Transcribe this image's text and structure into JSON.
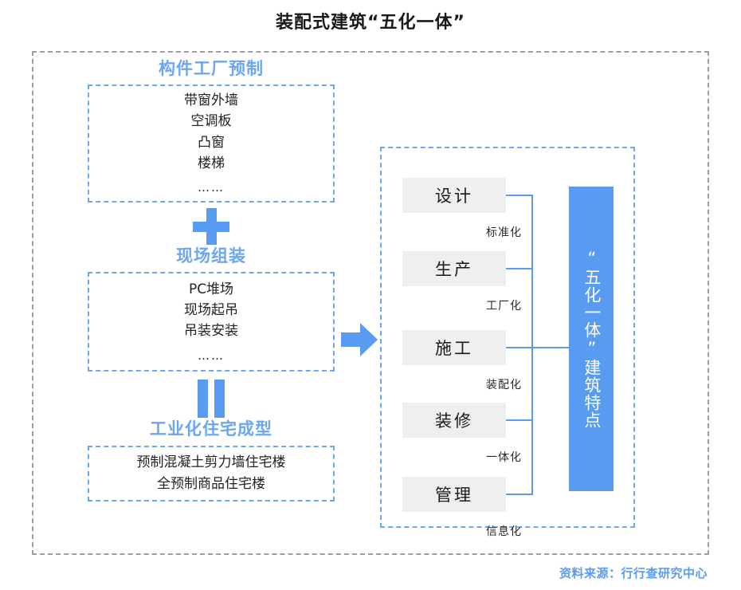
{
  "title": "装配式建筑“五化一体”",
  "left_column": {
    "groups": [
      {
        "heading": "构件工厂预制",
        "items": [
          "带窗外墙",
          "空调板",
          "凸窗",
          "楼梯",
          "……"
        ]
      },
      {
        "heading": "现场组装",
        "items": [
          "PC堆场",
          "现场起吊",
          "吊装安装",
          "……"
        ]
      },
      {
        "heading": "工业化住宅成型",
        "items": [
          "预制混凝土剪力墙住宅楼",
          "全预制商品住宅楼"
        ]
      }
    ],
    "operators": [
      {
        "name": "plus-operator",
        "symbol": "+"
      },
      {
        "name": "equals-operator",
        "symbol": "="
      }
    ]
  },
  "connector": {
    "arrow_icon": "right-arrow-icon",
    "arrow_color": "#5a9bf2"
  },
  "right_panel": {
    "stages": [
      {
        "name": "设计",
        "caption": "标准化"
      },
      {
        "name": "生产",
        "caption": "工厂化"
      },
      {
        "name": "施工",
        "caption": "装配化"
      },
      {
        "name": "装修",
        "caption": "一体化"
      },
      {
        "name": "管理",
        "caption": "信息化"
      }
    ],
    "summary_bar": "“五化一体”建筑特点"
  },
  "footer": {
    "source": "资料来源：行行查研究中心"
  },
  "colors": {
    "accent_blue": "#5a9bf2",
    "heading_blue": "#6ba6f2",
    "box_gray": "#efefef",
    "frame_gray": "#9d9d9d"
  }
}
